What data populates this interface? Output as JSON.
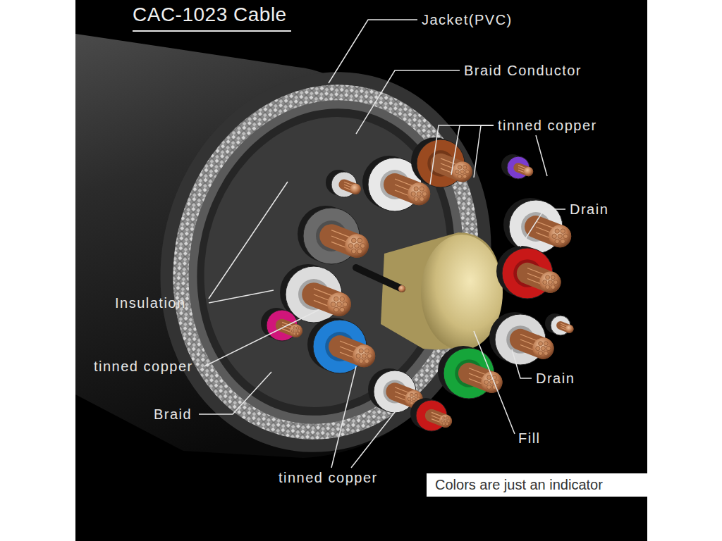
{
  "diagram": {
    "title": "CAC-1023 Cable",
    "nodes": [
      {
        "text": [
          "Colors are just an indicator"
        ]
      }
    ],
    "labels": [
      "Jacket(PVC)",
      "Braid Conductor",
      "tinned copper",
      "Drain",
      "Insulation",
      "Drain",
      "tinned copper",
      "Braid",
      "Fill",
      "tinned copper"
    ]
  }
}
